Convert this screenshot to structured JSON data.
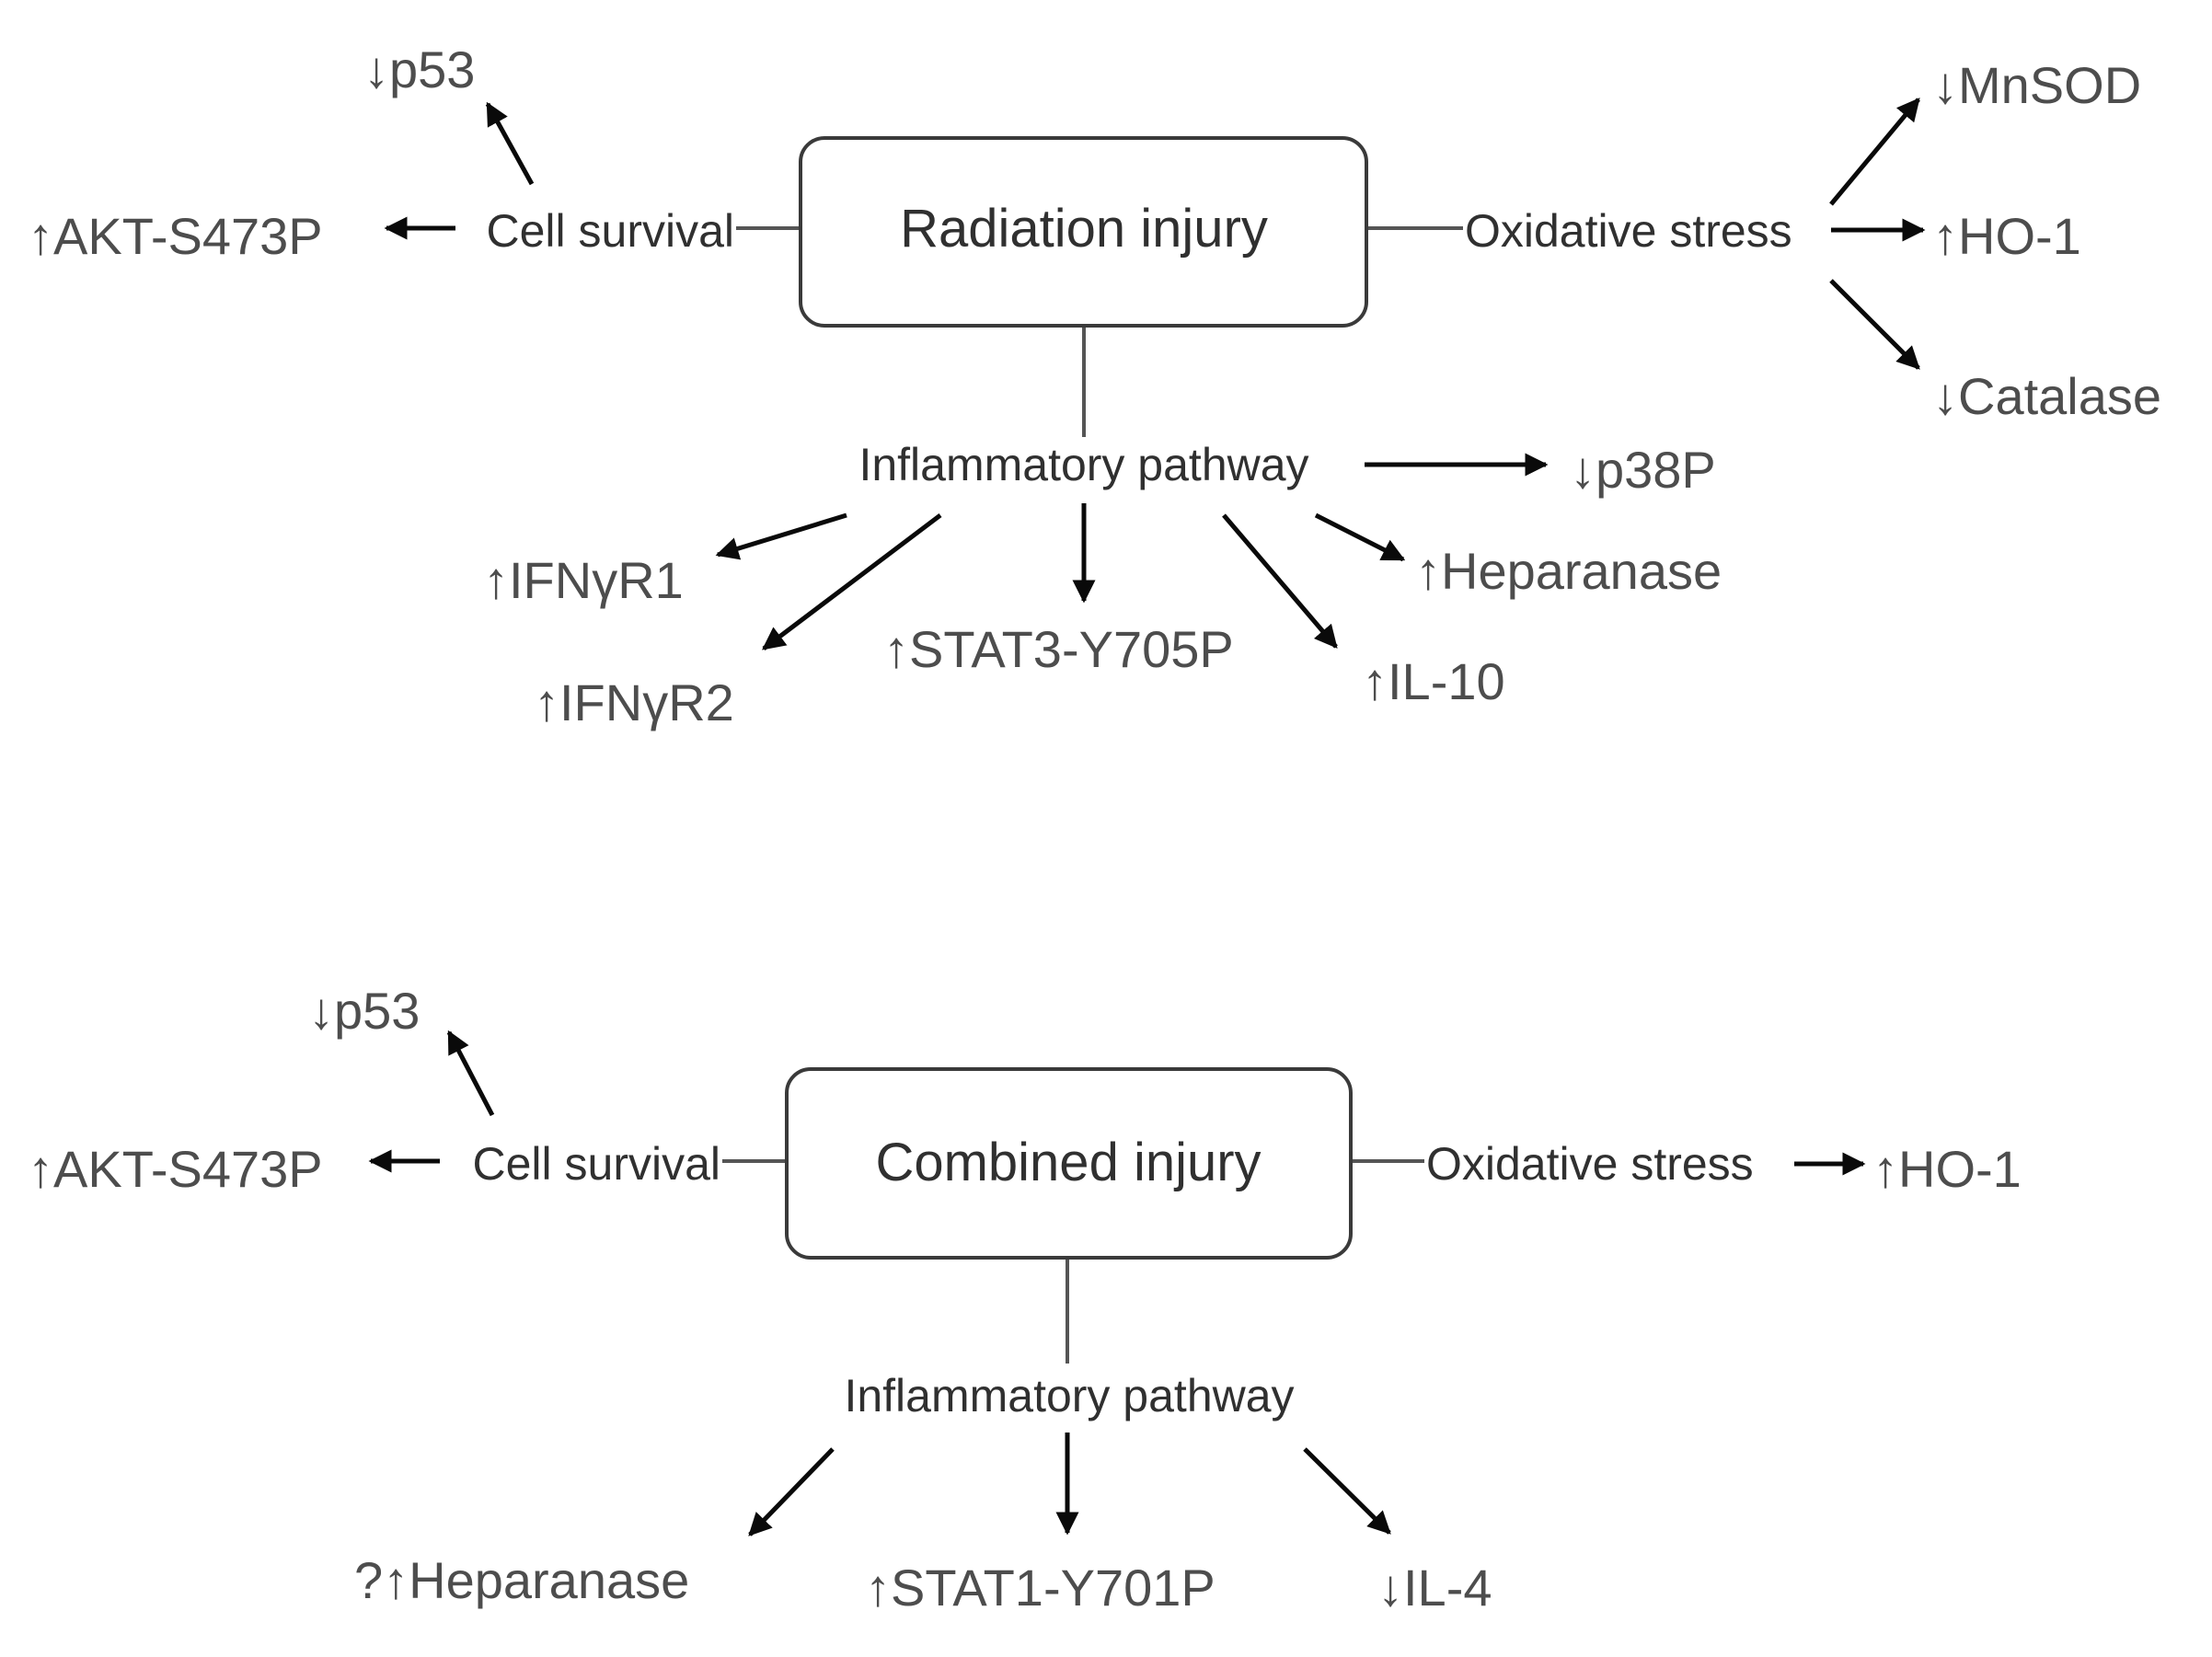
{
  "panels": [
    {
      "title": "Radiation injury",
      "cell_survival": {
        "label": "Cell survival",
        "markers": [
          "↑AKT-S473P",
          "↓p53"
        ]
      },
      "oxidative_stress": {
        "label": "Oxidative stress",
        "markers": [
          "↓MnSOD",
          "↑HO-1",
          "↓Catalase"
        ]
      },
      "inflammatory": {
        "label": "Inflammatory pathway",
        "markers": [
          "↓p38P",
          "↑Heparanase",
          "↑IL-10",
          "↑STAT3-Y705P",
          "↑IFNγR1",
          "↑IFNγR2"
        ]
      }
    },
    {
      "title": "Combined injury",
      "cell_survival": {
        "label": "Cell survival",
        "markers": [
          "↑AKT-S473P",
          "↓p53"
        ]
      },
      "oxidative_stress": {
        "label": "Oxidative stress",
        "markers": [
          "↑HO-1"
        ]
      },
      "inflammatory": {
        "label": "Inflammatory pathway",
        "markers": [
          "?↑Heparanase",
          "↑STAT1-Y701P",
          "↓IL-4"
        ]
      }
    }
  ]
}
